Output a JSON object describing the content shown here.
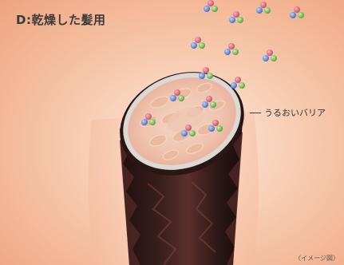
{
  "title": "D:乾燥した髪用",
  "callout_label": "うるおいバリア",
  "image_note": "〈イメージ図〉",
  "colors": {
    "background_warm": "#f3b08e",
    "hair_dark": "#2e1a18",
    "hair_highlight": "#7a3f3a",
    "barrier_edge": "#dcd8d4",
    "molecule_red": "#d65a6a",
    "molecule_blue": "#5b82d6",
    "molecule_green": "#6fbf4a"
  },
  "icons": [
    "hair-strand-illustration",
    "moisture-molecule-icon"
  ]
}
